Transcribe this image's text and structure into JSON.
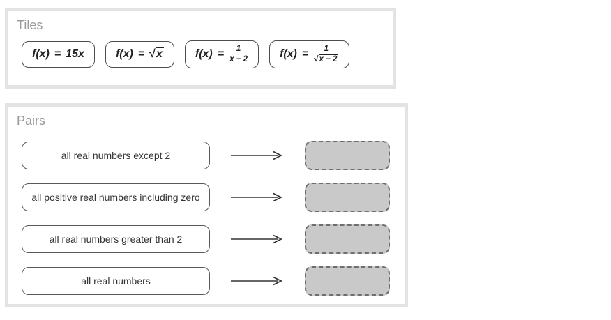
{
  "tiles_panel": {
    "label": "Tiles",
    "tiles": [
      {
        "func": "f(x)",
        "equals": "=",
        "expr": "15x"
      },
      {
        "func": "f(x)",
        "equals": "=",
        "sqrt_symbol": "√",
        "radicand": "x"
      },
      {
        "func": "f(x)",
        "equals": "=",
        "numerator": "1",
        "denominator": "x − 2"
      },
      {
        "func": "f(x)",
        "equals": "=",
        "numerator": "1",
        "sqrt_symbol": "√",
        "denominator": "x − 2"
      }
    ]
  },
  "pairs_panel": {
    "label": "Pairs",
    "rows": [
      {
        "label": "all real numbers except 2"
      },
      {
        "label": "all positive real numbers including zero"
      },
      {
        "label": "all real numbers greater than 2"
      },
      {
        "label": "all real numbers"
      }
    ]
  },
  "icons": {
    "arrow": "arrow-right"
  },
  "colors": {
    "panel_border": "#e3e3e3",
    "section_label": "#999999",
    "tile_border": "#4d4d4d",
    "text": "#333333",
    "drop_zone_fill": "#c9c9c9",
    "drop_zone_border": "#6e6e6e",
    "arrow": "#333333"
  }
}
